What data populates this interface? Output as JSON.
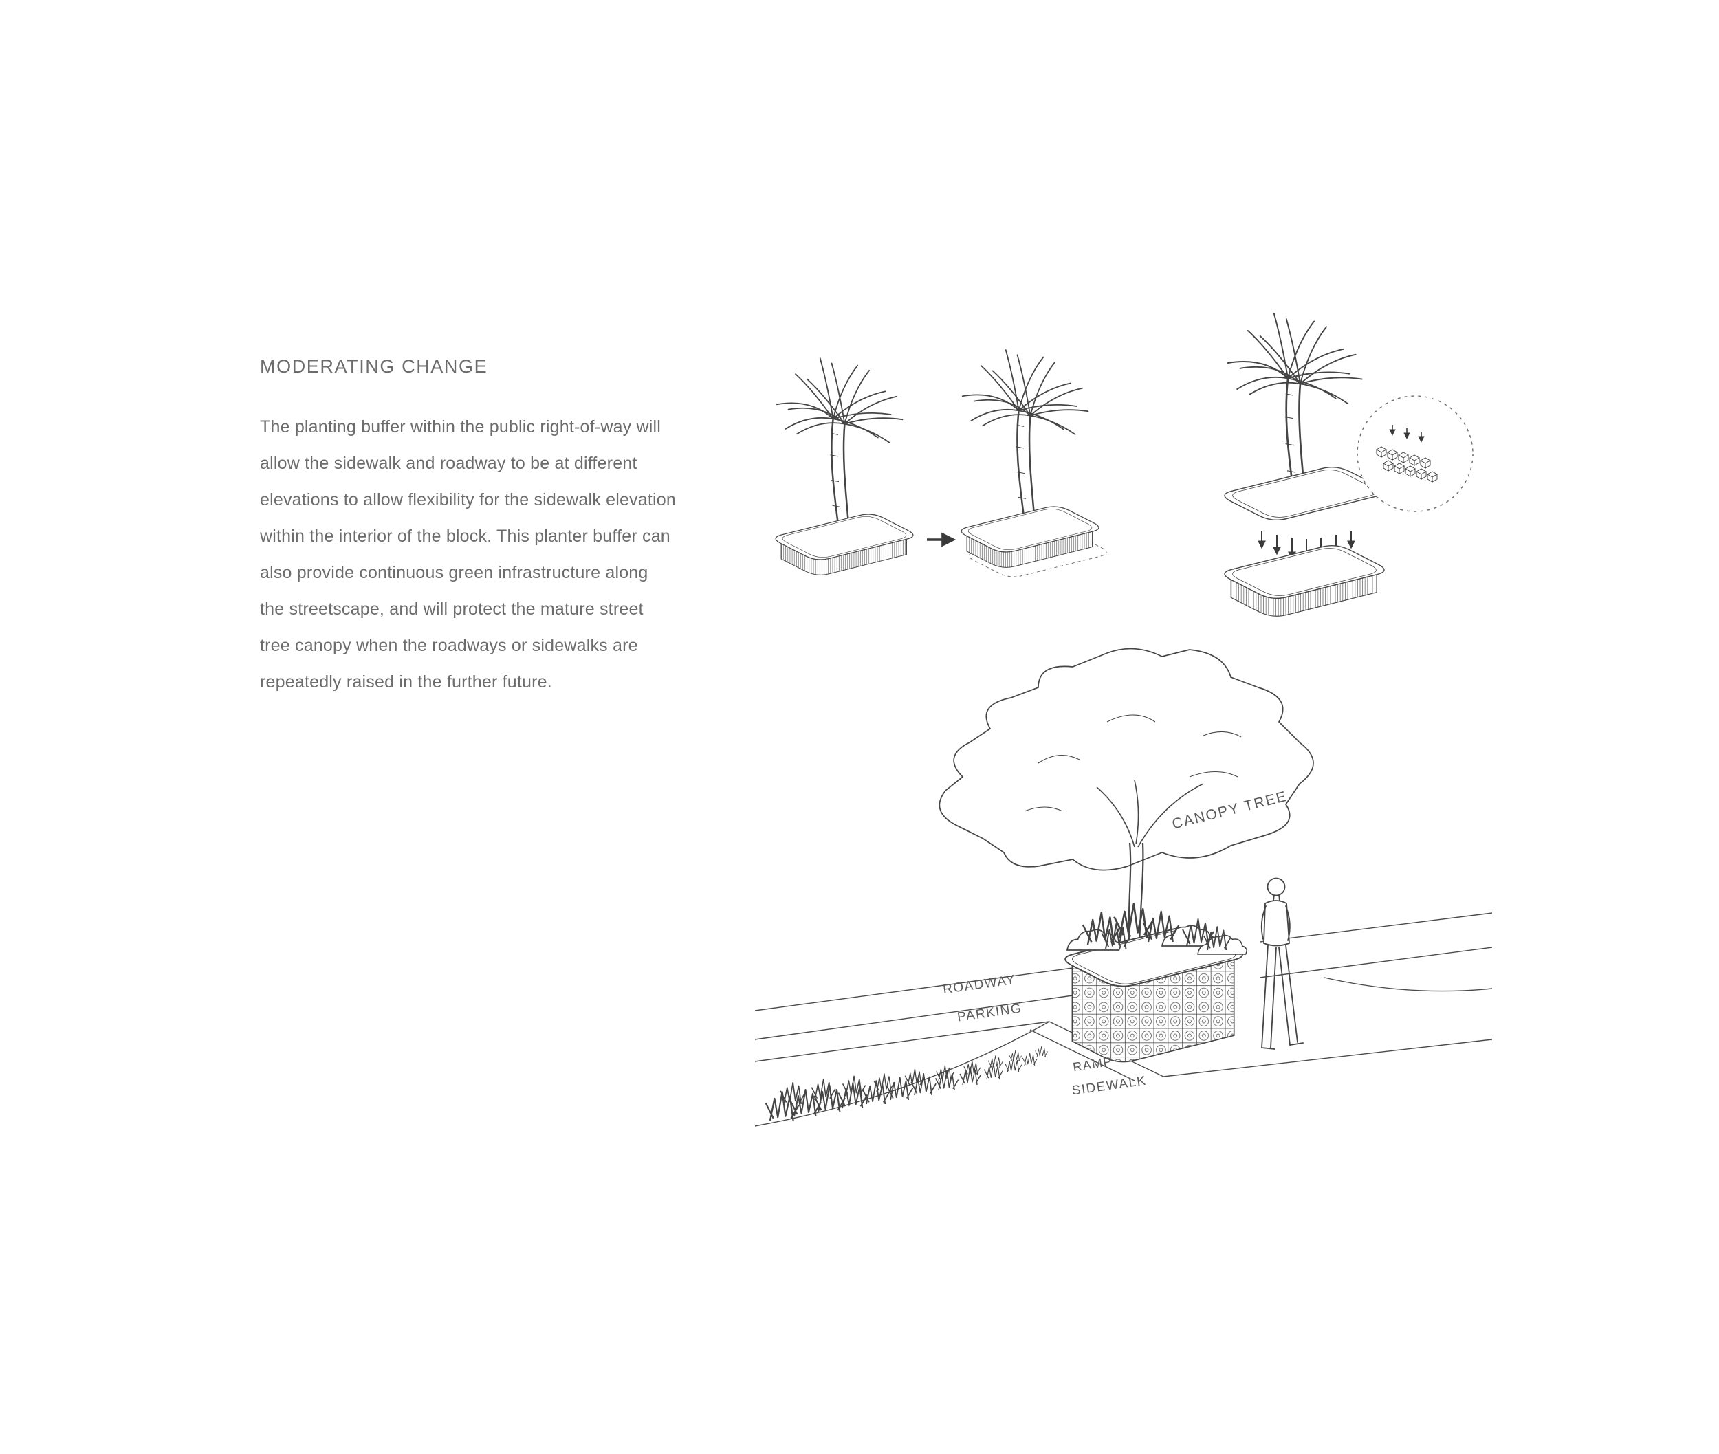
{
  "colors": {
    "background": "#ffffff",
    "text": "#6c6c6c",
    "line": "#454545"
  },
  "text_block": {
    "heading": "MODERATING CHANGE",
    "paragraph_lines": [
      "The planting buffer within the public right-of-way will",
      "allow the sidewalk and roadway to be at different",
      "elevations to allow flexibility for the sidewalk elevation",
      "within the interior of the block. This planter buffer can",
      "also provide continuous green infrastructure along",
      "the streetscape, and will protect the mature street",
      "tree canopy when the roadways or sidewalks are",
      "repeatedly raised in the further future."
    ]
  },
  "illustration_labels": {
    "canopy_tree": "CANOPY TREE",
    "roadway": "ROADWAY",
    "parking": "PARKING",
    "ramp": "RAMP",
    "sidewalk": "SIDEWALK"
  }
}
